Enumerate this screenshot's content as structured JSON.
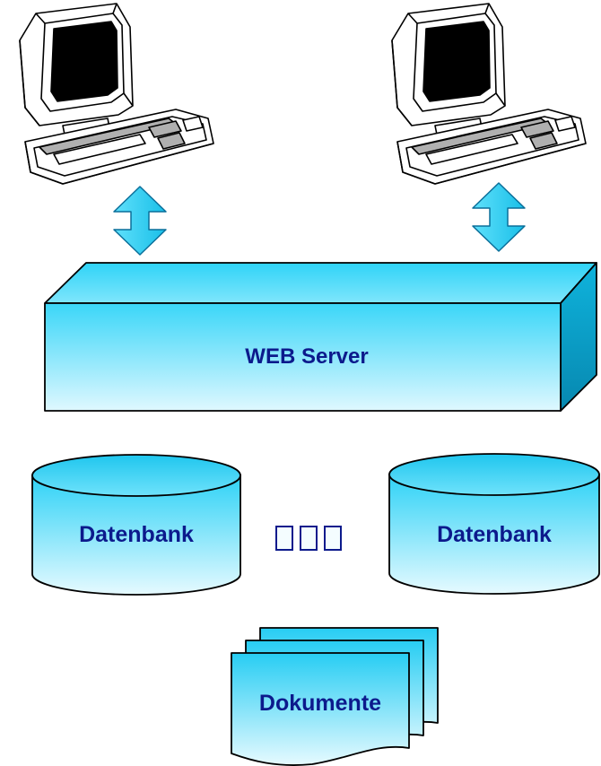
{
  "server": {
    "label": "WEB Server"
  },
  "databases": [
    {
      "label": "Datenbank"
    },
    {
      "label": "Datenbank"
    }
  ],
  "documents": {
    "label": "Dokumente"
  },
  "colors": {
    "fill_light": "#e8fbff",
    "fill_mid": "#66e4ff",
    "fill_dark": "#16c8f0",
    "side_dark": "#0aa0c8",
    "arrow": "#35d0f5",
    "text": "#0c1a8c",
    "outline": "#000000"
  }
}
